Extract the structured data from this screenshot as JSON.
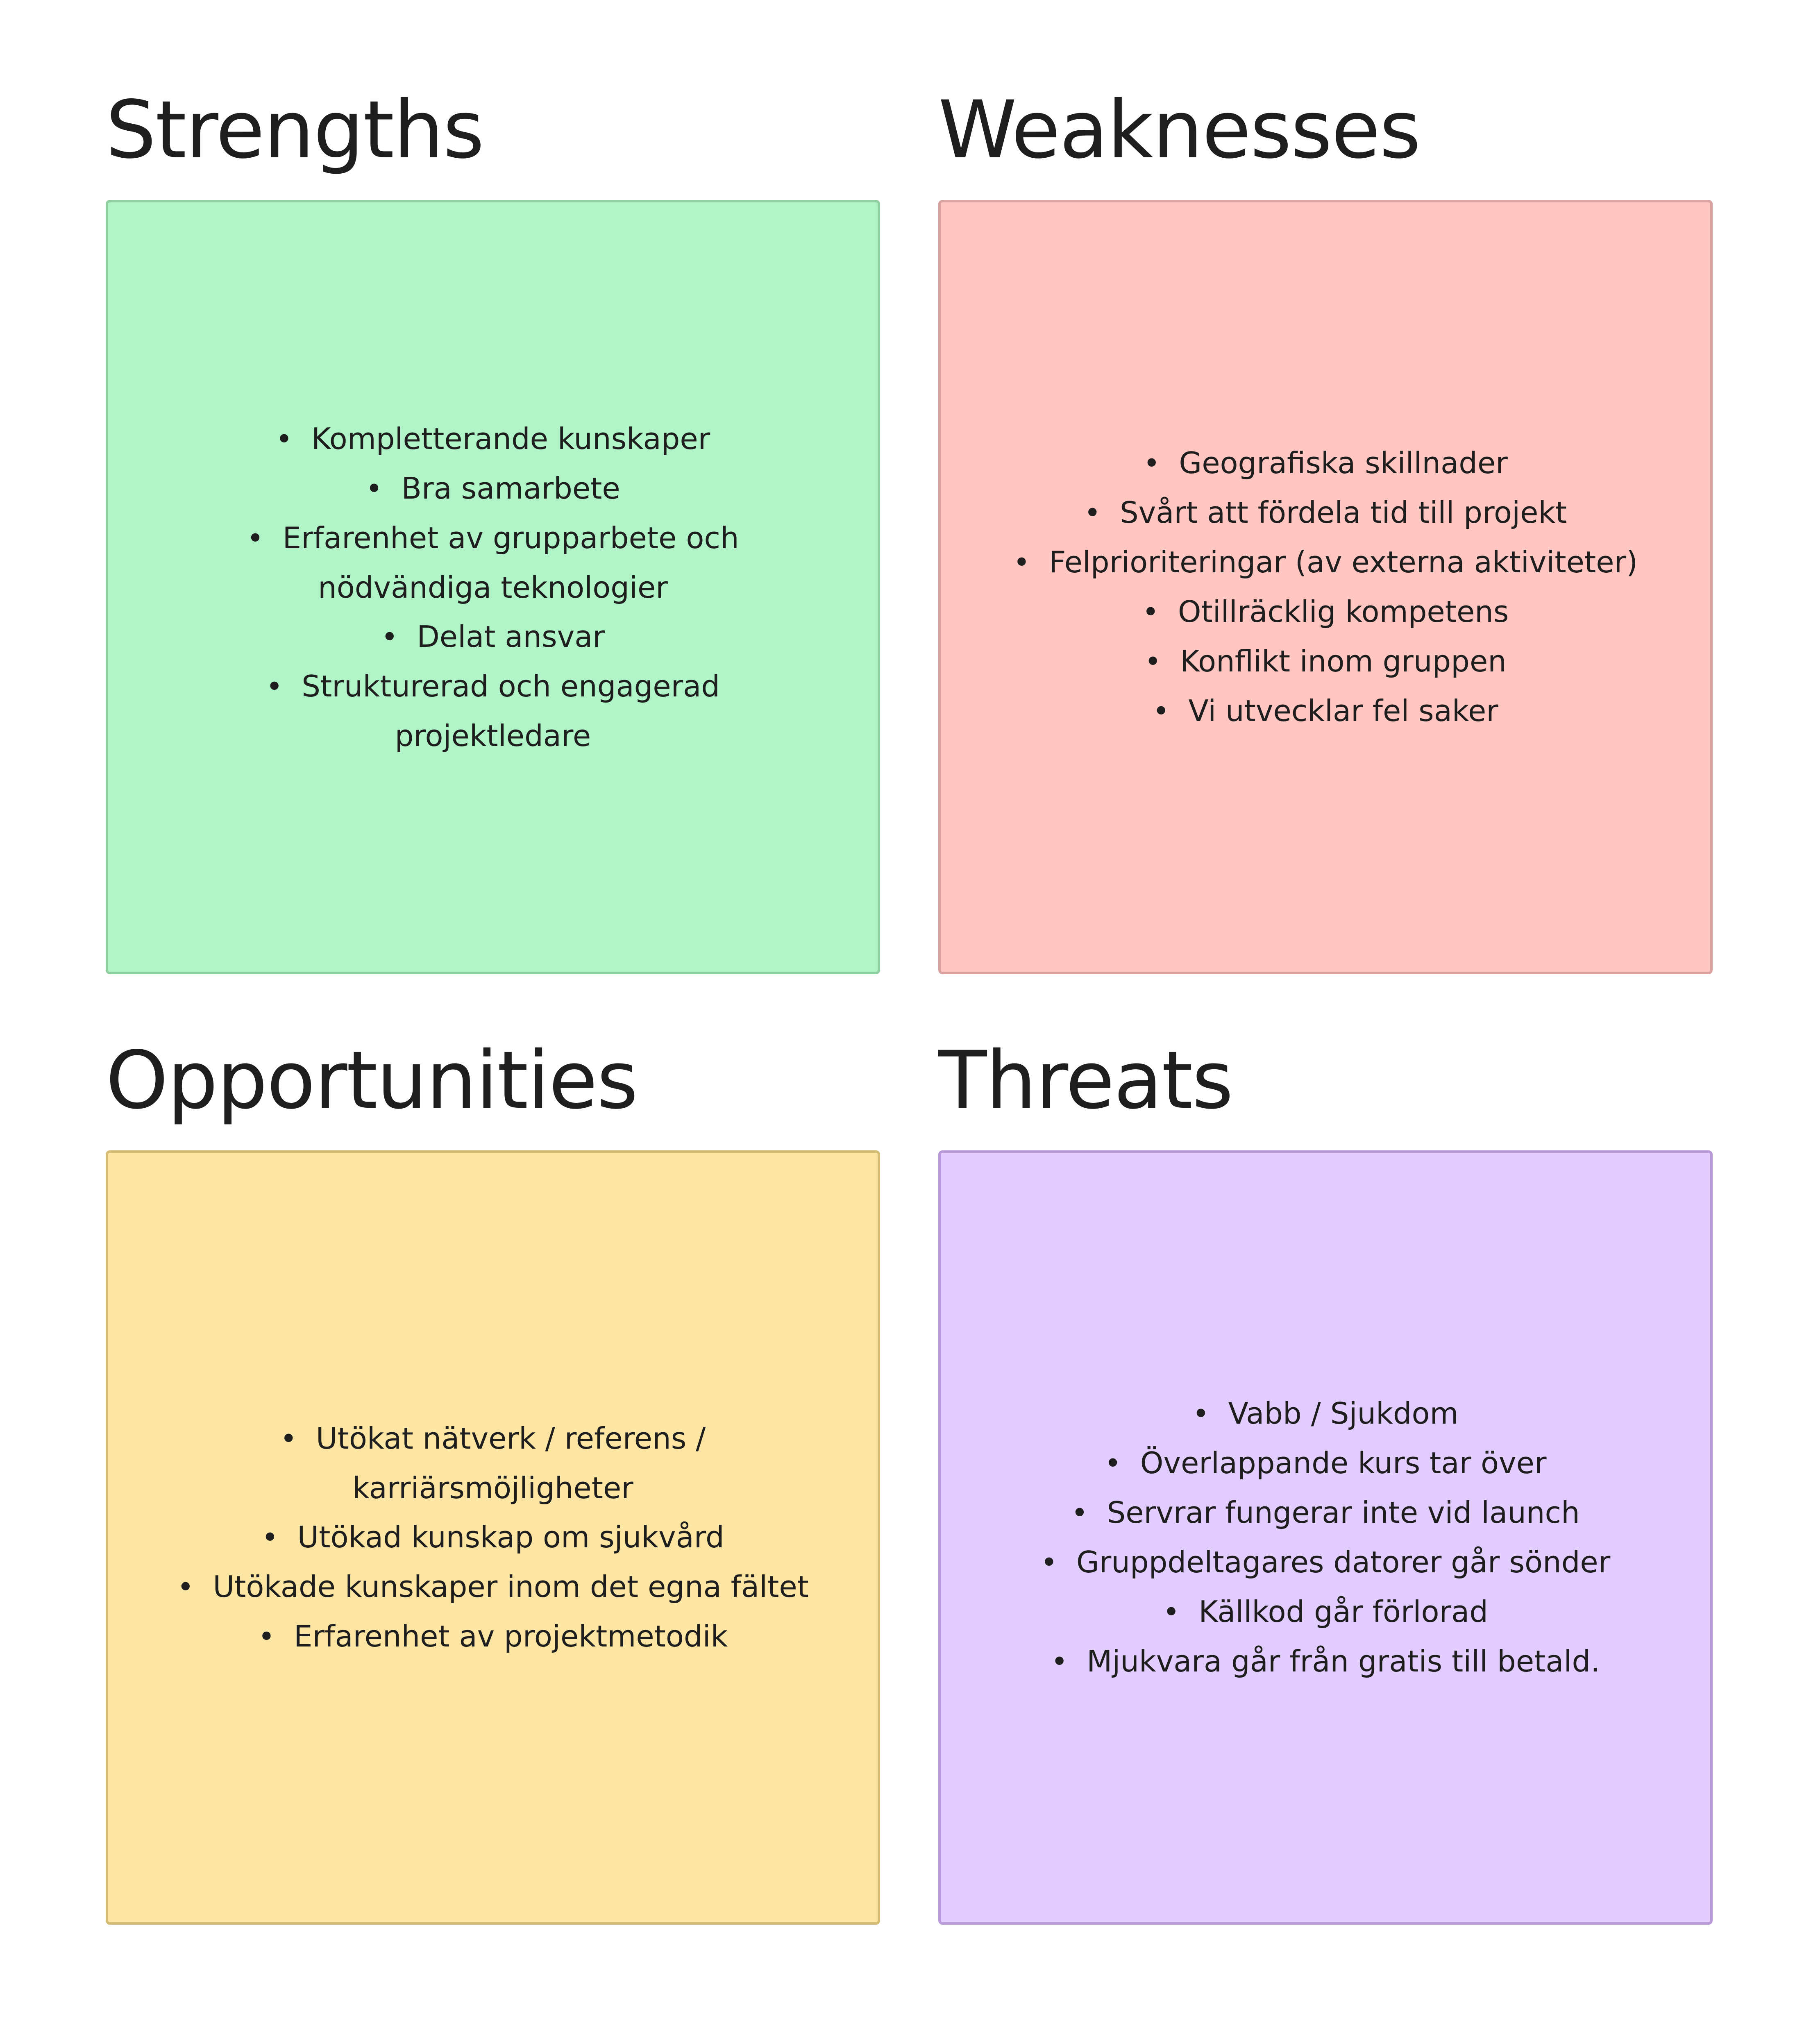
{
  "quadrants": [
    {
      "id": "strengths",
      "title": "Strengths",
      "color": "#b0f4c8",
      "items": [
        "Kompletterande kunskaper",
        "Bra samarbete",
        "Erfarenhet av grupparbete och nödvändiga teknologier",
        "Delat ansvar",
        "Strukturerad och engagerad projektledare"
      ]
    },
    {
      "id": "weaknesses",
      "title": "Weaknesses",
      "color": "#ffc6c2",
      "items": [
        "Geografiska skillnader",
        "Svårt att fördela tid till projekt",
        "Felprioriteringar (av externa aktiviteter)",
        "Otillräcklig kompetens",
        "Konflikt inom gruppen",
        "Vi utvecklar fel saker"
      ]
    },
    {
      "id": "opportunities",
      "title": "Opportunities",
      "color": "#fde6a4",
      "items": [
        "Utökat nätverk / referens / karriärsmöjligheter",
        "Utökad kunskap om sjukvård",
        "Utökade kunskaper inom det egna fältet",
        "Erfarenhet av projektmetodik"
      ]
    },
    {
      "id": "threats",
      "title": "Threats",
      "color": "#e3ccfe",
      "items": [
        "Vabb / Sjukdom",
        "Överlappande kurs tar över",
        "Servrar fungerar inte vid launch",
        "Gruppdeltagares datorer går sönder",
        "Källkod går förlorad",
        "Mjukvara går från gratis till betald."
      ]
    }
  ]
}
